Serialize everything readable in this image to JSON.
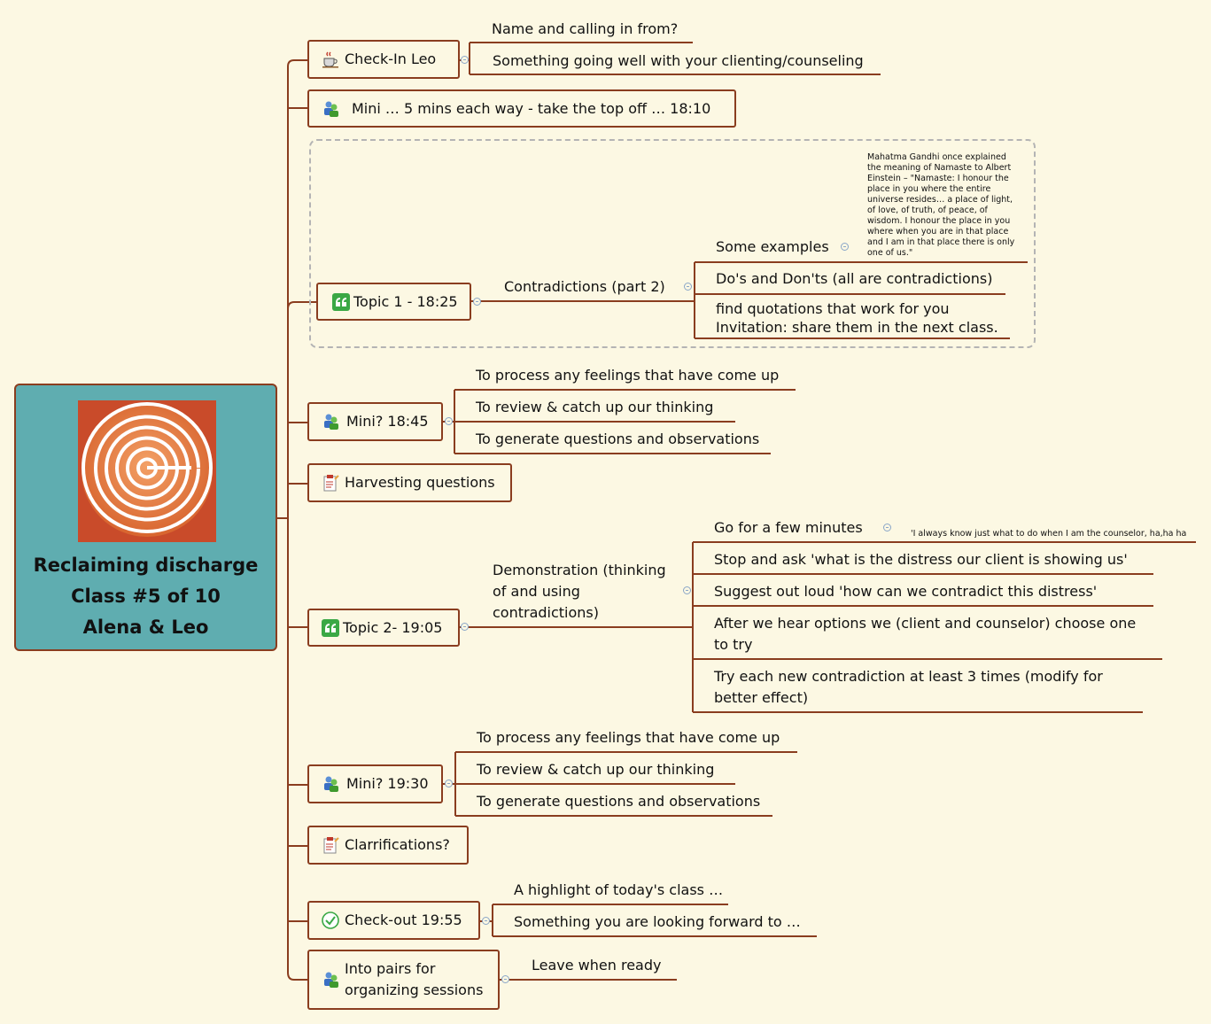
{
  "central": {
    "title_lines": [
      "Reclaiming discharge",
      "Class #5 of 10",
      "Alena & Leo"
    ],
    "image": "labyrinth-logo"
  },
  "branches": [
    {
      "label": "Check-In Leo",
      "icon": "coffee-icon",
      "children": [
        "Name and calling in from?",
        "Something going well with your clienting/counseling"
      ]
    },
    {
      "label": "Mini … 5 mins each way - take the top off … 18:10",
      "icon": "people-icon",
      "children": []
    },
    {
      "label": "Topic 1 - 18:25",
      "icon": "quote-icon",
      "sub": {
        "label": "Contradictions (part 2)",
        "children": [
          "Some examples",
          "Do's and Don'ts (all are contradictions)",
          "find quotations that work for you",
          "Invitation: share them in the next class."
        ],
        "note": "Mahatma Gandhi once explained the meaning of Namaste to Albert Einstein – \"Namaste: I honour the place in you where the entire universe resides… a place of light, of love, of truth, of peace, of wisdom. I honour the place in you where when you are in that place and I am in that place there is only one of us.\""
      }
    },
    {
      "label": "Mini? 18:45",
      "icon": "people-icon",
      "children": [
        "To process any feelings that have come up",
        "To review & catch up our thinking",
        "To generate questions and observations"
      ]
    },
    {
      "label": "Harvesting questions",
      "icon": "notepad-icon",
      "children": []
    },
    {
      "label": "Topic 2- 19:05",
      "icon": "quote-icon",
      "sub": {
        "label_lines": [
          "Demonstration (thinking",
          "of and using",
          "contradictions)"
        ],
        "children": [
          "Go for a few minutes",
          "Stop and ask 'what is the distress our client is showing us'",
          "Suggest out loud 'how can we contradict this distress'",
          "After we hear options we (client and counselor) choose one",
          "to try",
          "Try each new contradiction at least 3 times  (modify for",
          "better effect)"
        ],
        "note": "'I always know just what to do when I am the counselor, ha,ha ha"
      }
    },
    {
      "label": "Mini? 19:30",
      "icon": "people-icon",
      "children": [
        "To process any feelings that have come up",
        "To review & catch up our thinking",
        "To generate questions and observations"
      ]
    },
    {
      "label": "Clarrifications?",
      "icon": "notepad-icon",
      "children": []
    },
    {
      "label": "Check-out 19:55",
      "icon": "check-circle-icon",
      "children": [
        "A highlight of today's class …",
        "Something you are looking forward to …"
      ]
    },
    {
      "label_lines": [
        "Into pairs for",
        "organizing sessions"
      ],
      "icon": "people-icon",
      "children": [
        "Leave when ready"
      ]
    }
  ],
  "colors": {
    "background": "#fcf8e3",
    "line": "#8a3d1f",
    "central_fill": "#5fadb0",
    "logo_fill": "#c94b2a",
    "quote_icon": "#3aa845"
  }
}
